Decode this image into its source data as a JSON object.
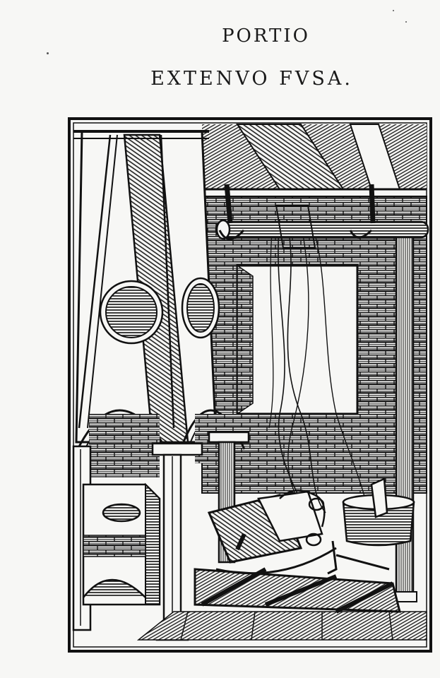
{
  "heading": {
    "line1": "PORTIO",
    "line2": "EXTENVO FVSA."
  },
  "illustration": {
    "subject": "woodcut-engraving",
    "ink_color": "#111111",
    "paper_color": "#f7f7f5"
  }
}
